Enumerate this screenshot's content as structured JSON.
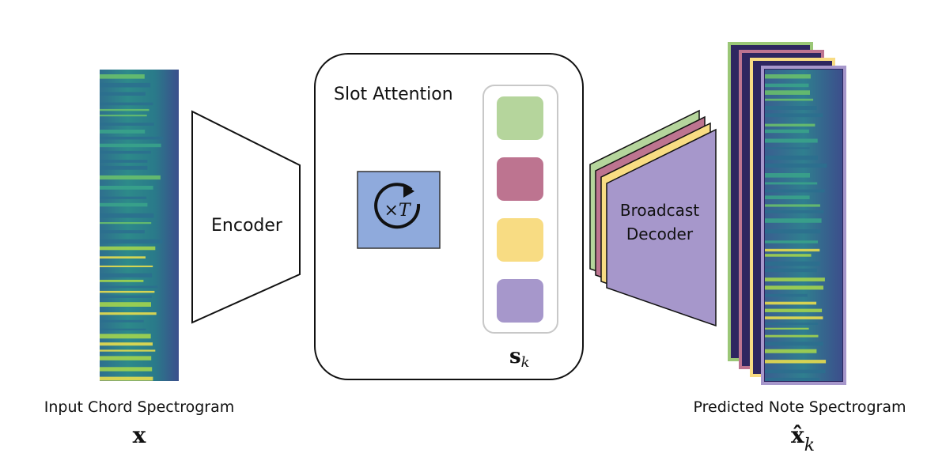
{
  "input": {
    "caption": "Input Chord Spectrogram",
    "symbol": "x"
  },
  "encoder": {
    "label": "Encoder"
  },
  "slot_attention": {
    "title": "Slot Attention",
    "iteration_label": "×T",
    "slots_symbol": "s",
    "slots_subscript": "k",
    "slot_colors": [
      "#b5d59c",
      "#bd7490",
      "#f8dc83",
      "#a697cb"
    ]
  },
  "decoder": {
    "label_line1": "Broadcast",
    "label_line2": "Decoder",
    "layer_colors": [
      "#b5d59c",
      "#bd7490",
      "#f8dc83",
      "#a697cb"
    ]
  },
  "output": {
    "caption": "Predicted Note Spectrogram",
    "symbol": "x̂",
    "subscript": "k",
    "frame_colors": [
      "#9bc777",
      "#bd7490",
      "#f8dc83",
      "#a697cb"
    ]
  }
}
